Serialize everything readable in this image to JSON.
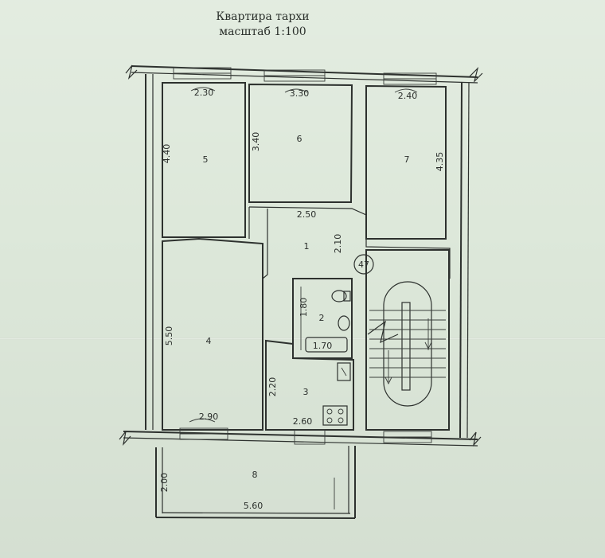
{
  "title": {
    "line1": "Квартира тархи",
    "line2": "масштаб 1:100"
  },
  "rooms": [
    {
      "id": "1",
      "label": "1"
    },
    {
      "id": "2",
      "label": "2"
    },
    {
      "id": "3",
      "label": "3"
    },
    {
      "id": "4",
      "label": "4"
    },
    {
      "id": "5",
      "label": "5"
    },
    {
      "id": "6",
      "label": "6"
    },
    {
      "id": "7",
      "label": "7"
    },
    {
      "id": "8",
      "label": "8"
    }
  ],
  "dimensions": {
    "r5_width": "2.30",
    "r5_height": "4.40",
    "r6_width": "3.30",
    "r6_height": "3.40",
    "r7_width": "2.40",
    "r7_height": "4.35",
    "r1_width": "2.50",
    "r1_height": "2.10",
    "r2_height": "1.80",
    "bath": "1.70",
    "r4_height": "5.50",
    "r4_width": "2.90",
    "r3_height": "2.20",
    "r3_width": "2.60",
    "r8_height": "2.00",
    "r8_width": "5.60"
  },
  "stair_marker": "47",
  "colors": {
    "paper": "#dde8da",
    "ink": "#2d312e"
  }
}
